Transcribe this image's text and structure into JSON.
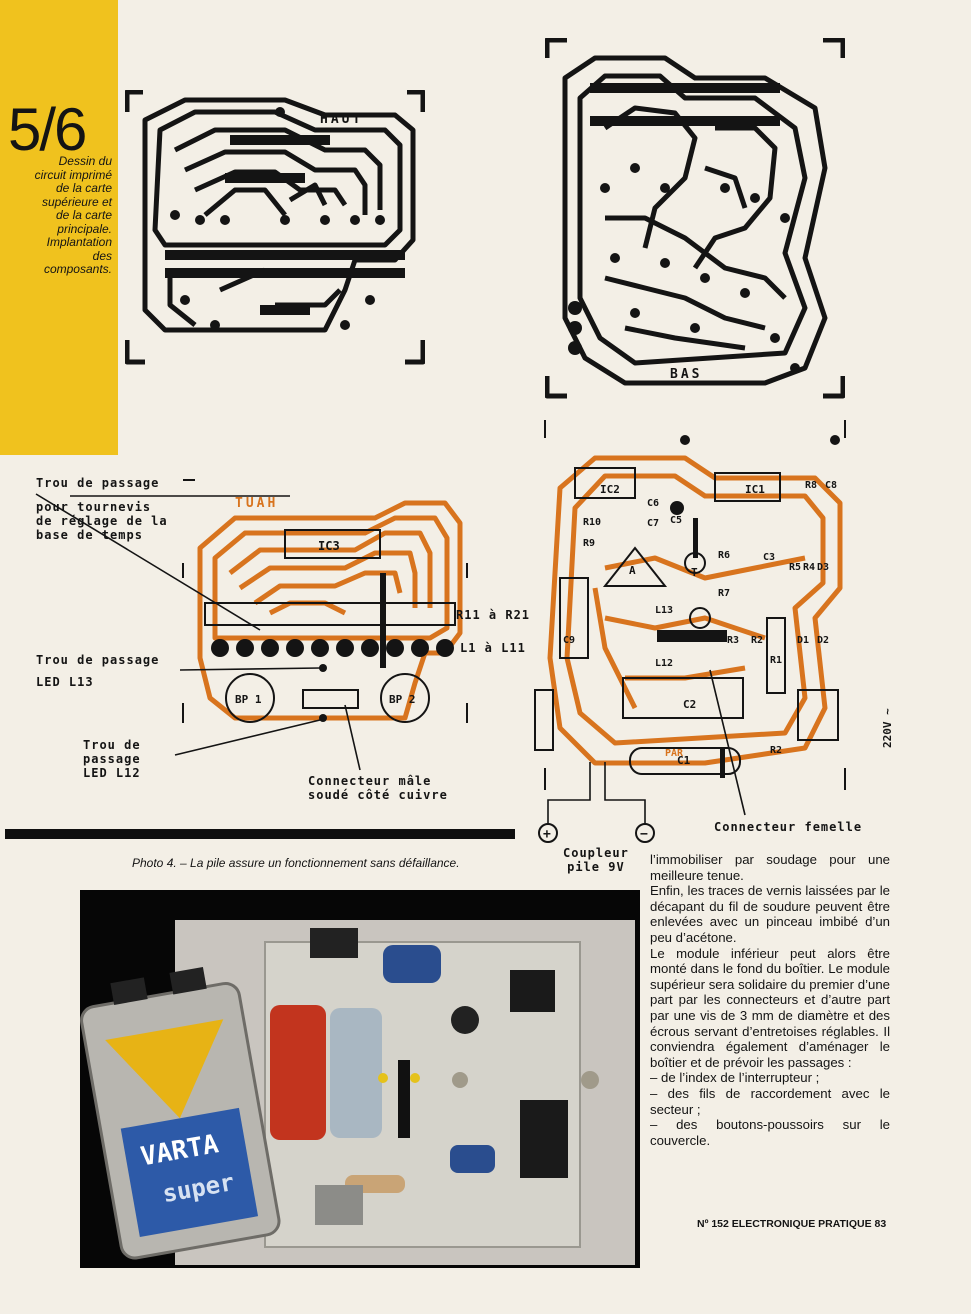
{
  "figure": {
    "number": "5/6",
    "caption_lines": [
      "Dessin du",
      "circuit imprimé",
      "de la carte",
      "supérieure et",
      "de la carte",
      "principale.",
      "Implantation",
      "des",
      "composants."
    ]
  },
  "pcb_labels": {
    "haut": "HAUT",
    "bas": "BAS",
    "tuah": "TUAH",
    "par": "PAR"
  },
  "component_labels": {
    "ic3": "IC3",
    "ic2": "IC2",
    "ic1": "IC1",
    "c6": "C6",
    "c7": "C7",
    "c5": "C5",
    "r10": "R10",
    "r9": "R9",
    "r8": "R8",
    "c8": "C8",
    "a": "A",
    "t": "T",
    "r6": "R6",
    "c3": "C3",
    "r5": "R5",
    "r4": "R4",
    "d3": "D3",
    "r7": "R7",
    "l13": "L13",
    "c9": "C9",
    "r3": "R3",
    "r2a": "R2",
    "d1": "D1",
    "d2": "D2",
    "r1": "R1",
    "l12": "L12",
    "c2": "C2",
    "r2b": "R2",
    "c1": "C1",
    "bp1": "BP 1",
    "bp2": "BP 2",
    "v220": "220V ~"
  },
  "annotations": {
    "trou_passage_1": "Trou  de  passage",
    "pour_tournevis": [
      "pour  tournevis",
      "de  réglage  de  la",
      "base  de  temps"
    ],
    "r11_r21": "R11 à R21",
    "l1_l11": "L1 à L11",
    "trou_led13": [
      "Trou  de  passage",
      "LED  L13"
    ],
    "trou_led12": [
      "Trou  de",
      "passage",
      "LED  L12"
    ],
    "connecteur_male": [
      "Connecteur  mâle",
      "soudé  côté  cuivre"
    ],
    "connecteur_femelle": "Connecteur  femelle",
    "coupleur": [
      "Coupleur",
      "pile  9V"
    ],
    "plus": "+",
    "minus": "−"
  },
  "photo": {
    "caption": "Photo 4. – La pile assure un fonctionnement sans défaillance.",
    "battery_brand": "VARTA",
    "battery_model": "super"
  },
  "body_text": [
    "l’immobiliser par soudage pour une meilleure tenue.",
    "Enfin, les traces de vernis laissées par le décapant du fil de soudure peuvent être enlevées avec un pinceau imbibé d’un peu d’acétone.",
    "Le module inférieur peut alors être monté dans le fond du boîtier. Le module supérieur sera solidaire du premier d’une part par les connecteurs et d’autre part par une vis de 3 mm de diamètre et des écrous servant d’entretoises réglables. Il conviendra également d’aménager le boîtier et de prévoir les passages :",
    "– de l’index de l’interrupteur ;",
    "– des fils de raccordement avec le secteur ;",
    "– des boutons-poussoirs sur le couvercle."
  ],
  "footer": "Nº 152 ELECTRONIQUE PRATIQUE 83",
  "colors": {
    "yellow_band": "#f0c21e",
    "copper_trace": "#d8741e",
    "copper_ink": "#141414"
  }
}
